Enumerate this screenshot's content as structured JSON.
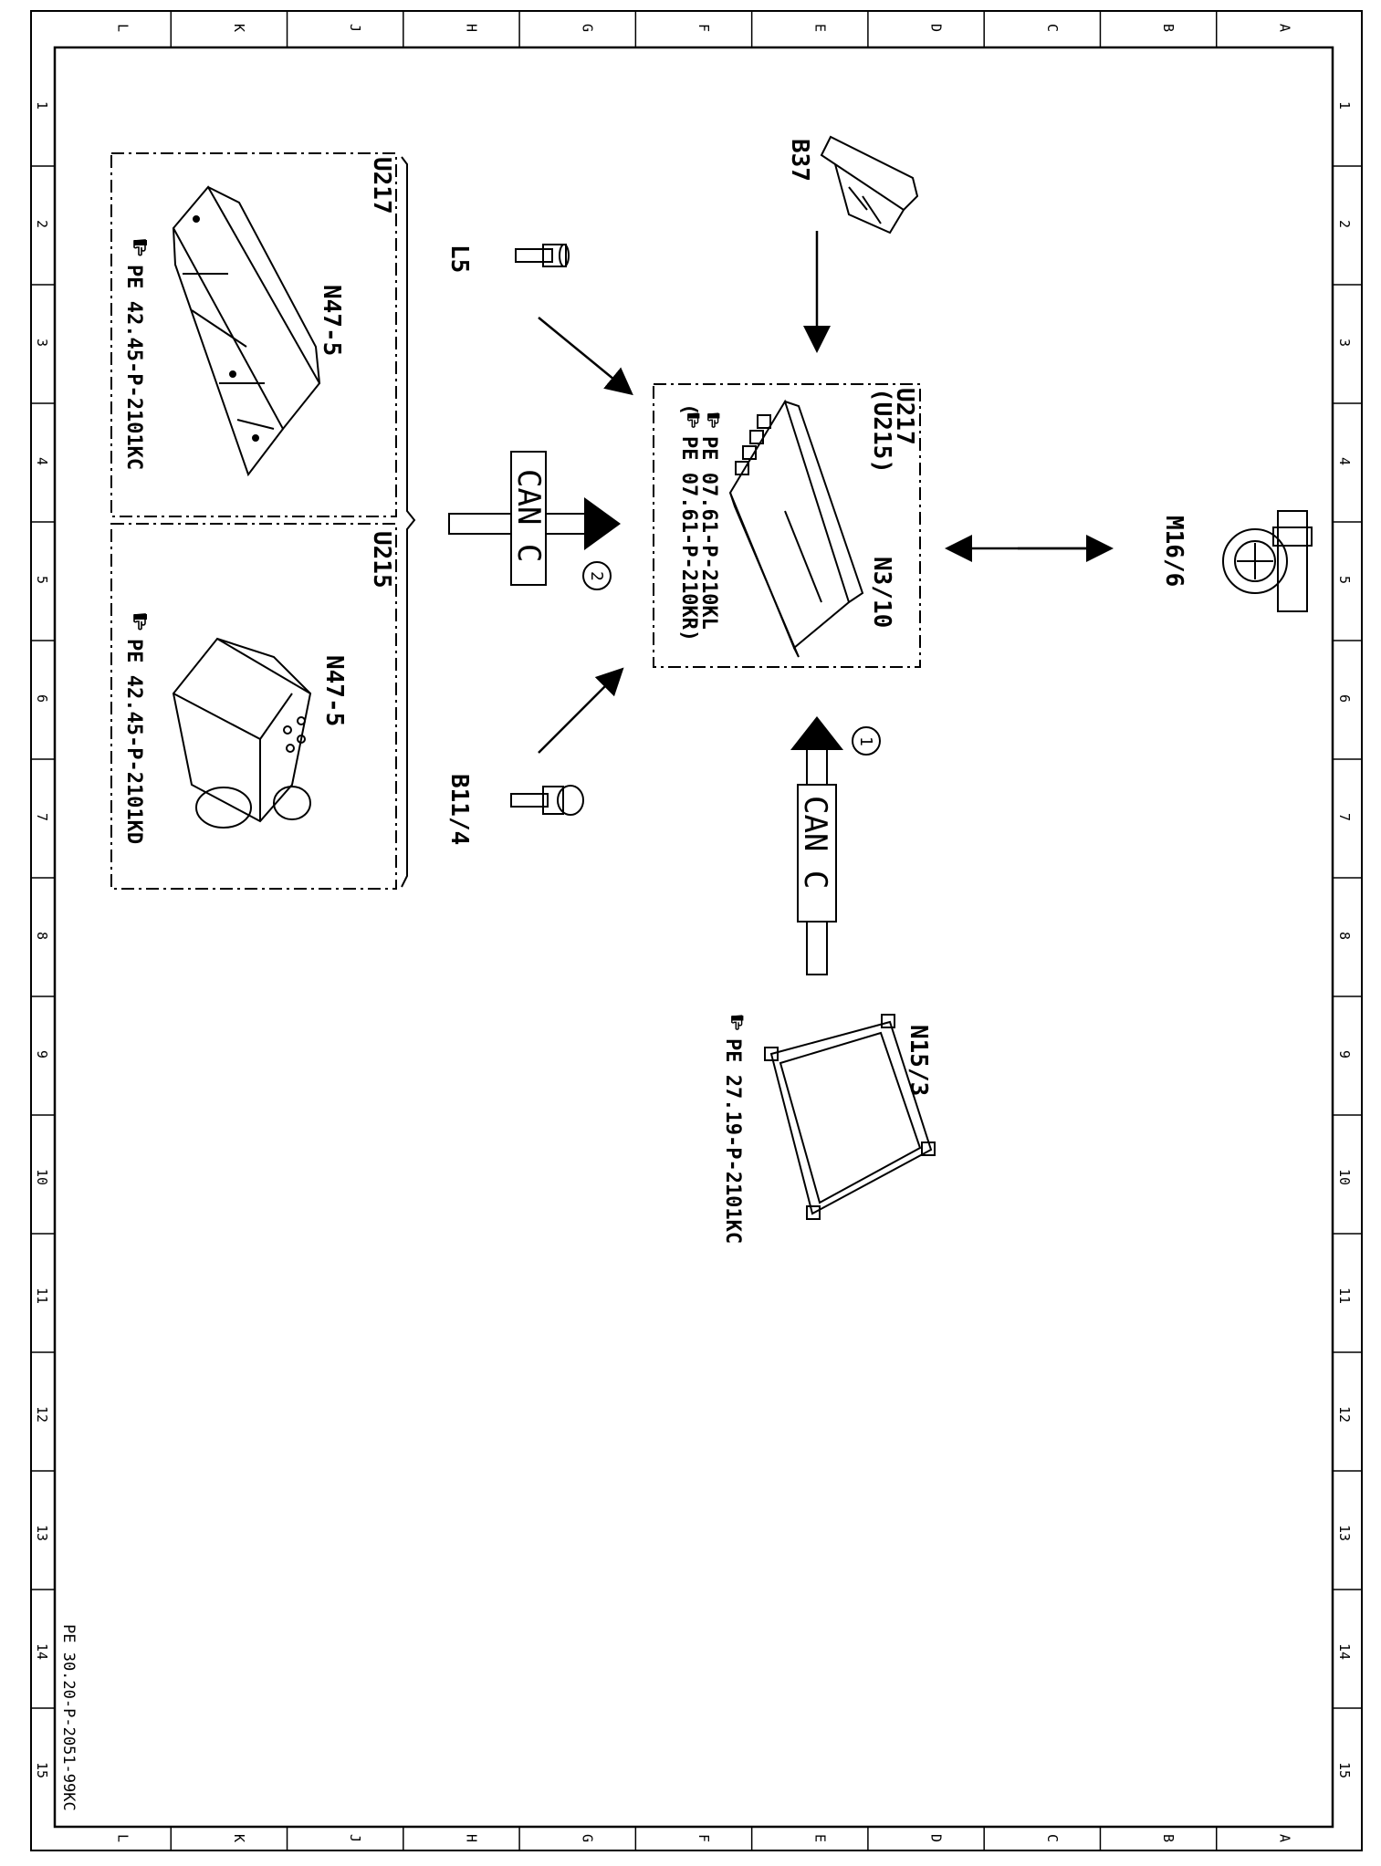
{
  "sheet": {
    "document_id": "PE 30.20-P-2051-99KC",
    "column_letters": [
      "L",
      "K",
      "J",
      "H",
      "G",
      "F",
      "E",
      "D",
      "C",
      "B",
      "A"
    ],
    "row_numbers": [
      "1",
      "2",
      "3",
      "4",
      "5",
      "6",
      "7",
      "8",
      "9",
      "10",
      "11",
      "12",
      "13",
      "14",
      "15"
    ]
  },
  "components": {
    "b37": {
      "code": "B37"
    },
    "l5": {
      "code": "L5"
    },
    "b11_4": {
      "code": "B11/4"
    },
    "m16_6": {
      "code": "M16/6"
    },
    "n3_10": {
      "code": "N3/10",
      "variants": "U217",
      "variants_alt": "(U215)",
      "ref_1": "PE 07.61-P-210KL",
      "ref_2": "PE 07.61-P-210KR)",
      "ref_2_prefix": "("
    },
    "n15_3": {
      "code": "N15/3",
      "ref": "PE 27.19-P-2101KC"
    },
    "n47_5_u217": {
      "code": "N47-5",
      "variant": "U217",
      "ref": "PE 42.45-P-2101KC"
    },
    "n47_5_u215": {
      "code": "N47-5",
      "variant": "U215",
      "ref": "PE 42.45-P-2101KD"
    }
  },
  "buses": {
    "can_lower": {
      "label": "CAN C",
      "marker": "1"
    },
    "can_upper": {
      "label": "CAN C",
      "marker": "2"
    }
  },
  "icons": {
    "reference": "pointing-hand-icon"
  }
}
